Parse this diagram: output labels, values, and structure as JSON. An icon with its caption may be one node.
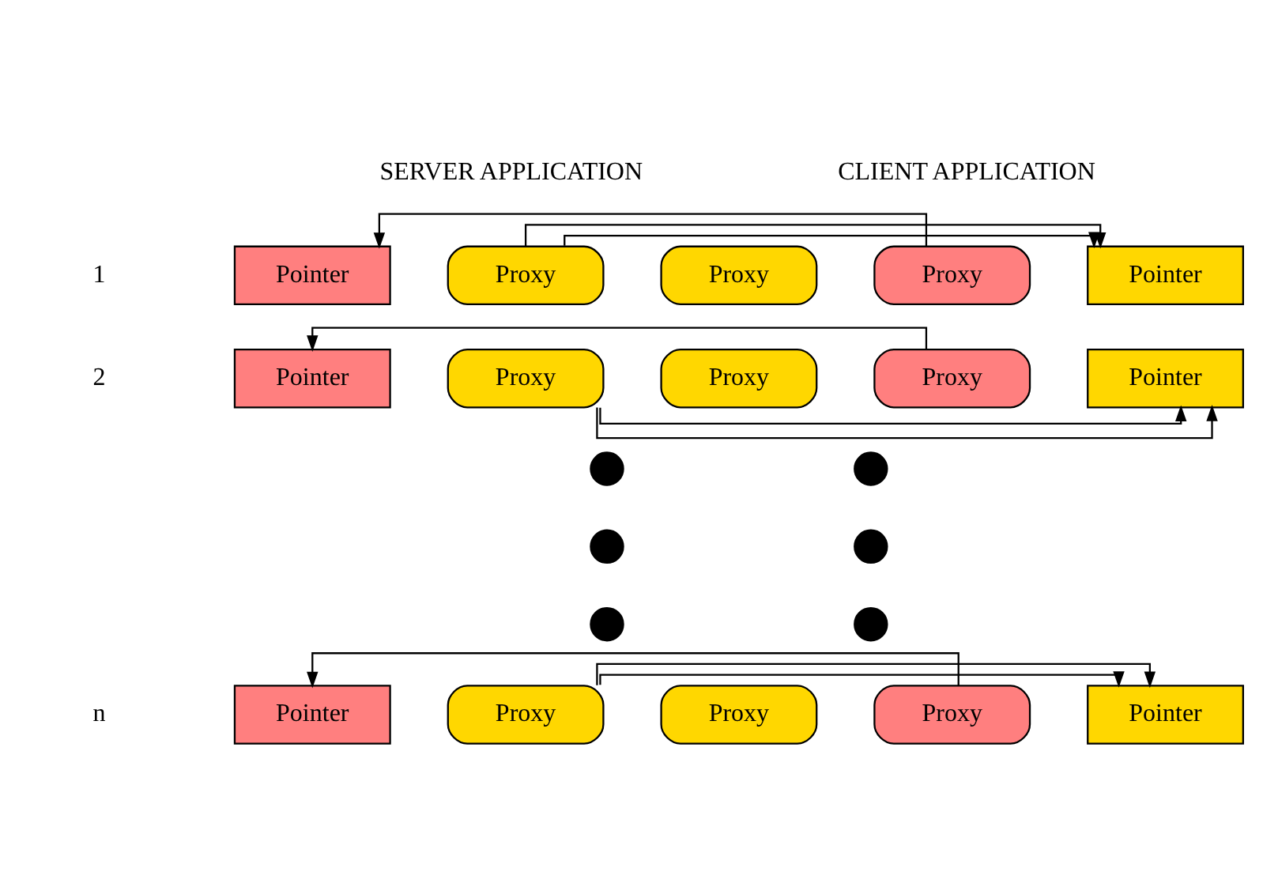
{
  "diagram": {
    "nodes": [
      {
        "text": [
          "Pointer"
        ]
      },
      {
        "text": [
          "Proxy"
        ]
      },
      {
        "text": [
          "Proxy"
        ]
      },
      {
        "text": [
          "Proxy"
        ]
      },
      {
        "text": [
          "Pointer"
        ]
      },
      {
        "text": [
          "Pointer"
        ]
      },
      {
        "text": [
          "Proxy"
        ]
      },
      {
        "text": [
          "Proxy"
        ]
      },
      {
        "text": [
          "Proxy"
        ]
      },
      {
        "text": [
          "Pointer"
        ]
      },
      {
        "text": [],
        "shape": "circle"
      },
      {
        "text": [],
        "shape": "circle"
      },
      {
        "text": [],
        "shape": "circle"
      },
      {
        "text": [],
        "shape": "circle"
      },
      {
        "text": [],
        "shape": "circle"
      },
      {
        "text": [],
        "shape": "circle"
      },
      {
        "text": [
          "Pointer"
        ]
      },
      {
        "text": [
          "Proxy"
        ]
      },
      {
        "text": [
          "Proxy"
        ]
      },
      {
        "text": [
          "Proxy"
        ]
      },
      {
        "text": [
          "Pointer"
        ]
      }
    ],
    "edges": [
      {
        "from": 3,
        "to": 0,
        "arrow": "to"
      },
      {
        "from": 1,
        "to": 4,
        "arrow": "to"
      },
      {
        "from": 1,
        "to": 4,
        "arrow": "to"
      },
      {
        "from": 8,
        "to": 5,
        "arrow": "to"
      },
      {
        "from": 6,
        "to": 9,
        "arrow": "to"
      },
      {
        "from": 6,
        "to": 9,
        "arrow": "to"
      },
      {
        "from": 19,
        "to": 16,
        "arrow": "to"
      },
      {
        "from": 17,
        "to": 20,
        "arrow": "to"
      },
      {
        "from": 17,
        "to": 20,
        "arrow": "to"
      }
    ],
    "labels": [
      "SERVER APPLICATION",
      "CLIENT APPLICATION",
      "1",
      "2",
      "n"
    ]
  }
}
